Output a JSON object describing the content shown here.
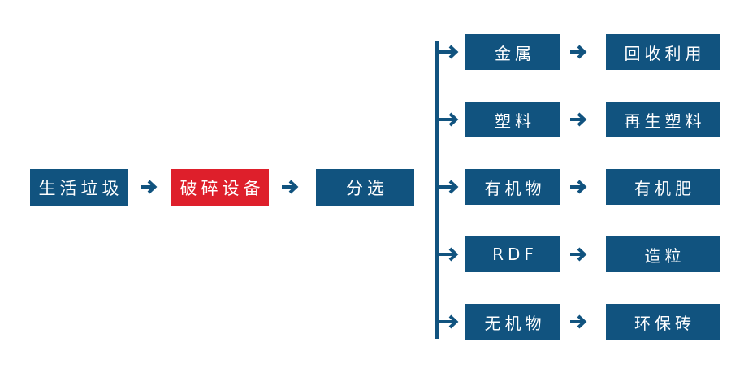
{
  "colors": {
    "background": "#FFFFFF",
    "node_blue": "#11537F",
    "node_red": "#DE1F2B",
    "arrow_blue": "#11537F",
    "text": "#FFFFFF"
  },
  "main_flow": {
    "source": {
      "label": "生活垃圾"
    },
    "process": {
      "label": "破碎设备"
    },
    "sorting": {
      "label": "分选"
    }
  },
  "branches": [
    {
      "source": "金属",
      "target": "回收利用"
    },
    {
      "source": "塑料",
      "target": "再生塑料"
    },
    {
      "source": "有机物",
      "target": "有机肥"
    },
    {
      "source": "RDF",
      "target": "造粒"
    },
    {
      "source": "无机物",
      "target": "环保砖"
    }
  ]
}
